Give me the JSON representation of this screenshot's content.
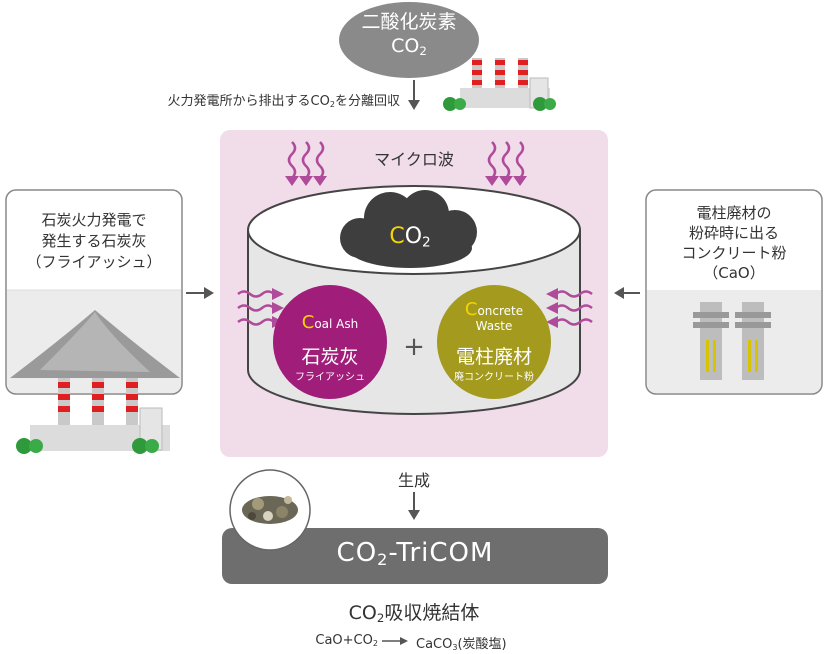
{
  "top_cloud": {
    "line1": "二酸化炭素",
    "line2_main": "CO",
    "line2_sub": "2"
  },
  "thermal_note": {
    "text_main": "火力発電所から排出するCO",
    "text_sub": "2",
    "text_tail": "を分離回収"
  },
  "microwave_label": "マイクロ波",
  "inner_cloud": {
    "c": "C",
    "o": "O",
    "sub": "2"
  },
  "left_box": {
    "line1": "石炭火力発電で",
    "line2": "発生する石炭灰",
    "line3": "（フライアッシュ）"
  },
  "right_box": {
    "line1": "電柱廃材の",
    "line2": "粉砕時に出る",
    "line3": "コンクリート粉",
    "line4": "（CaO）"
  },
  "coal_circle": {
    "initial": "C",
    "rest": "oal Ash",
    "title": "石炭灰",
    "subtitle": "フライアッシュ"
  },
  "plus": "+",
  "concrete_circle": {
    "initial": "C",
    "rest1": "oncrete",
    "rest2": "Waste",
    "title": "電柱廃材",
    "subtitle": "廃コンクリート粉"
  },
  "generate_label": "生成",
  "product_banner": {
    "main": "CO",
    "sub": "2",
    "tail": "-TriCOM"
  },
  "product_name": {
    "main": "CO",
    "sub": "2",
    "tail": "吸収焼結体"
  },
  "equation": {
    "lhs_main": "CaO+CO",
    "lhs_sub": "2",
    "rhs_main": "CaCO",
    "rhs_sub": "3",
    "rhs_tail": "(炭酸塩)"
  },
  "colors": {
    "purple": "#a01e7a",
    "olive": "#a39a1e",
    "panel": "#f1dcea",
    "arrow": "#b04a9a",
    "gray": "#6e6e6e",
    "yellow": "#f5d400"
  }
}
